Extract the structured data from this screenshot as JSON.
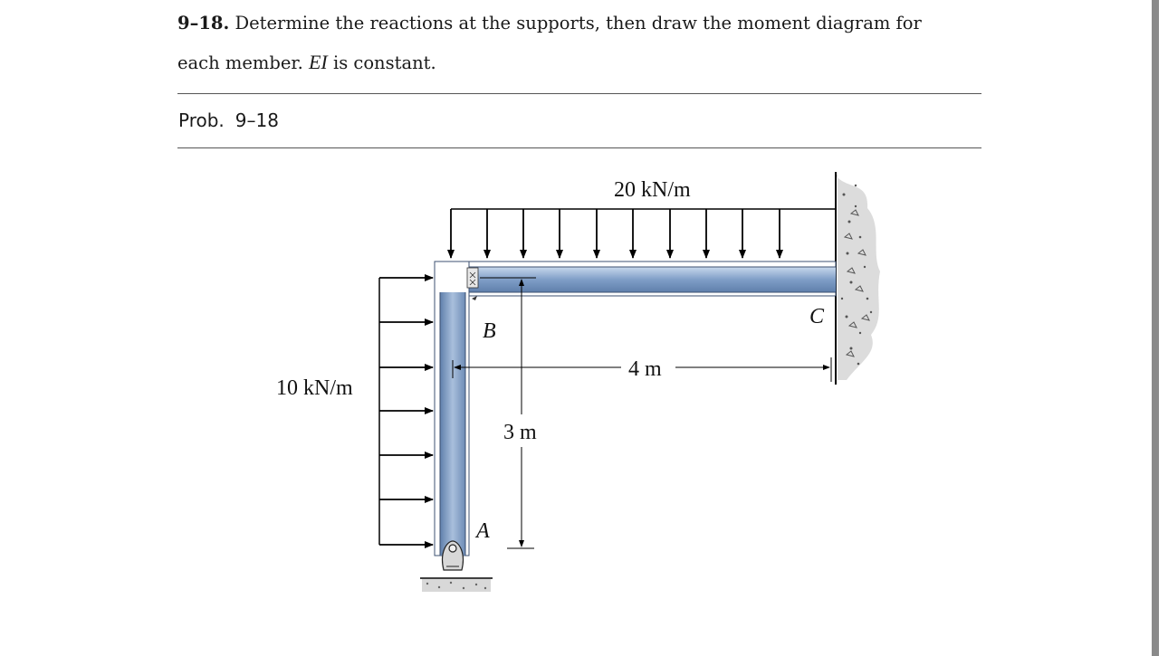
{
  "problem": {
    "number": "9–18.",
    "line1": "Determine the reactions at the supports, then draw the moment diagram for",
    "line2_pre": "each member.",
    "symbol": "EI",
    "line2_post": "is constant."
  },
  "caption": {
    "prefix": "Prob.",
    "number": "9–18"
  },
  "figure": {
    "top_load": "20 kN/m",
    "side_load": "10 kN/m",
    "label_b": "B",
    "label_a": "A",
    "label_c": "C",
    "span_horizontal": "4 m",
    "span_vertical": "3 m",
    "colors": {
      "member": "#8aa8cf",
      "member_edge": "#3d5070",
      "arrow": "#000000"
    }
  }
}
